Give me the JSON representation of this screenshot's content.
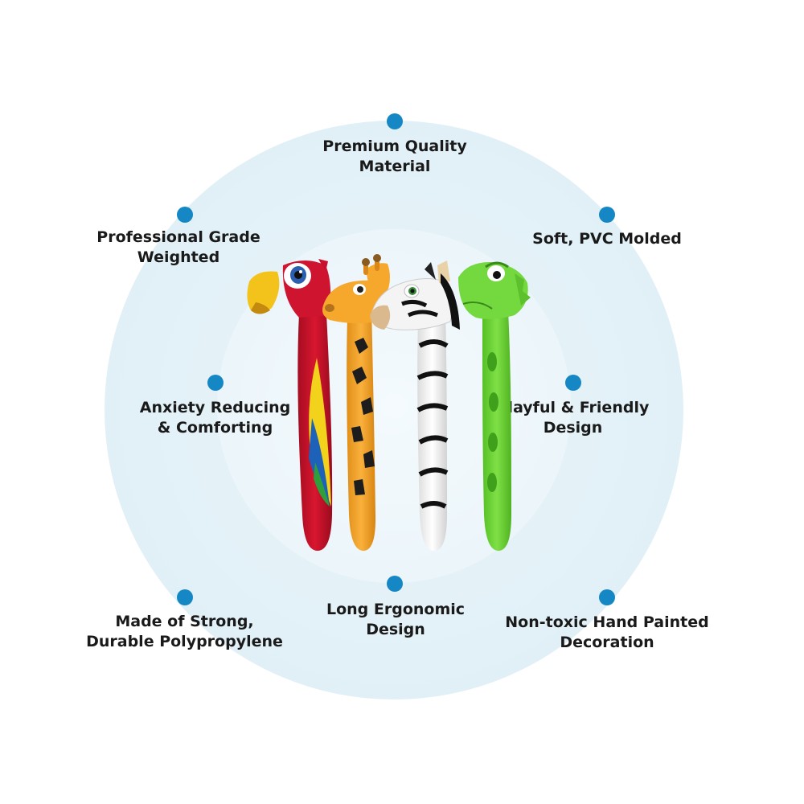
{
  "features": [
    {
      "id": "premium-quality",
      "lines": [
        "Premium Quality",
        "Material"
      ]
    },
    {
      "id": "professional-grade",
      "lines": [
        "Professional Grade",
        "Weighted"
      ]
    },
    {
      "id": "soft-pvc",
      "lines": [
        "Soft, PVC Molded"
      ]
    },
    {
      "id": "anxiety-reducing",
      "lines": [
        "Anxiety Reducing",
        "& Comforting"
      ]
    },
    {
      "id": "playful-friendly",
      "lines": [
        "Playful & Friendly",
        "Design"
      ]
    },
    {
      "id": "strong-durable",
      "lines": [
        "Made of Strong,",
        "Durable Polypropylene"
      ]
    },
    {
      "id": "long-ergonomic",
      "lines": [
        "Long Ergonomic",
        "Design"
      ]
    },
    {
      "id": "non-toxic",
      "lines": [
        "Non-toxic Hand Painted",
        "Decoration"
      ]
    }
  ],
  "products": [
    {
      "animal": "parrot",
      "color": "#c8102e",
      "icon": "parrot-icon"
    },
    {
      "animal": "giraffe",
      "color": "#f2a22c",
      "icon": "giraffe-icon"
    },
    {
      "animal": "zebra",
      "color": "#ffffff",
      "icon": "zebra-icon"
    },
    {
      "animal": "dinosaur",
      "color": "#6fd53a",
      "icon": "dinosaur-icon"
    }
  ],
  "colors": {
    "dot": "#1487c4",
    "ring_outer": "#e1f0f7",
    "ring_inner": "#ebf5fa",
    "text": "#1a1a1a"
  }
}
